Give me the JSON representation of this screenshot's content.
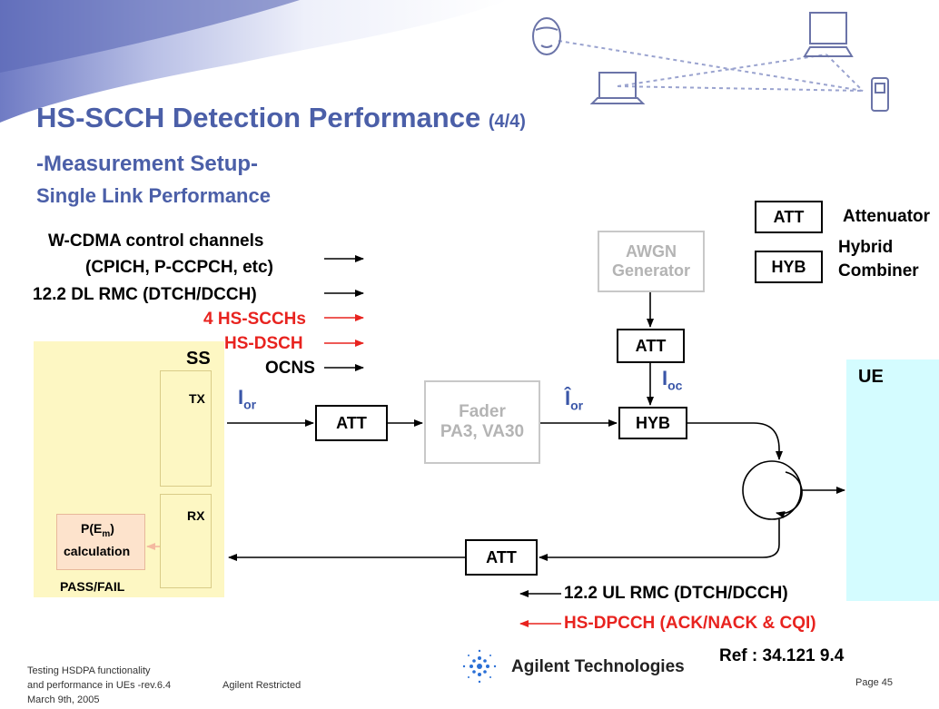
{
  "slide": {
    "title": "HS-SCCH Detection Performance",
    "title_suffix": "(4/4)",
    "subtitle": "-Measurement Setup-",
    "subtitle2": "Single Link Performance"
  },
  "legend": {
    "att_box": "ATT",
    "att_text": "Attenuator",
    "hyb_box": "HYB",
    "hyb_text_line1": "Hybrid",
    "hyb_text_line2": "Combiner"
  },
  "channels": {
    "ctrl_line1": "W-CDMA control channels",
    "ctrl_line2": "(CPICH, P-CCPCH, etc)",
    "dl_rmc": "12.2 DL RMC (DTCH/DCCH)",
    "hs_scch": "4 HS-SCCHs",
    "hs_dsch": "HS-DSCH",
    "ocns": "OCNS"
  },
  "ss": {
    "label": "SS",
    "tx": "TX",
    "rx": "RX",
    "calc_line1": "P(E",
    "calc_sub": "m",
    "calc_line1_end": ")",
    "calc_line2": "calculation",
    "passfail": "PASS/FAIL"
  },
  "blocks": {
    "awgn_line1": "AWGN",
    "awgn_line2": "Generator",
    "att_awgn": "ATT",
    "att_tx": "ATT",
    "fader_line1": "Fader",
    "fader_line2": "PA3, VA30",
    "hyb": "HYB",
    "att_rx": "ATT",
    "ue": "UE"
  },
  "signals": {
    "ior_main": "I",
    "ior_sub": "or",
    "ior_hat_main": "Î",
    "ior_hat_sub": "or",
    "ioc_main": "I",
    "ioc_sub": "oc"
  },
  "uplink": {
    "ul_rmc": "12.2 UL RMC (DTCH/DCCH)",
    "hs_dpcch": "HS-DPCCH (ACK/NACK & CQI)"
  },
  "footer": {
    "line1": "Testing HSDPA functionality",
    "line2": "and performance in UEs -rev.6.4",
    "line3": "March 9th, 2005",
    "restricted": "Agilent Restricted",
    "company": "Agilent Technologies",
    "ref": "Ref : 34.121 9.4",
    "page": "Page 45"
  },
  "colors": {
    "title": "#4b5fa8",
    "red": "#e8231f",
    "ss_bg": "#fdf7c3",
    "ue_bg": "#d4fcff",
    "gray": "#b4b4b4"
  }
}
